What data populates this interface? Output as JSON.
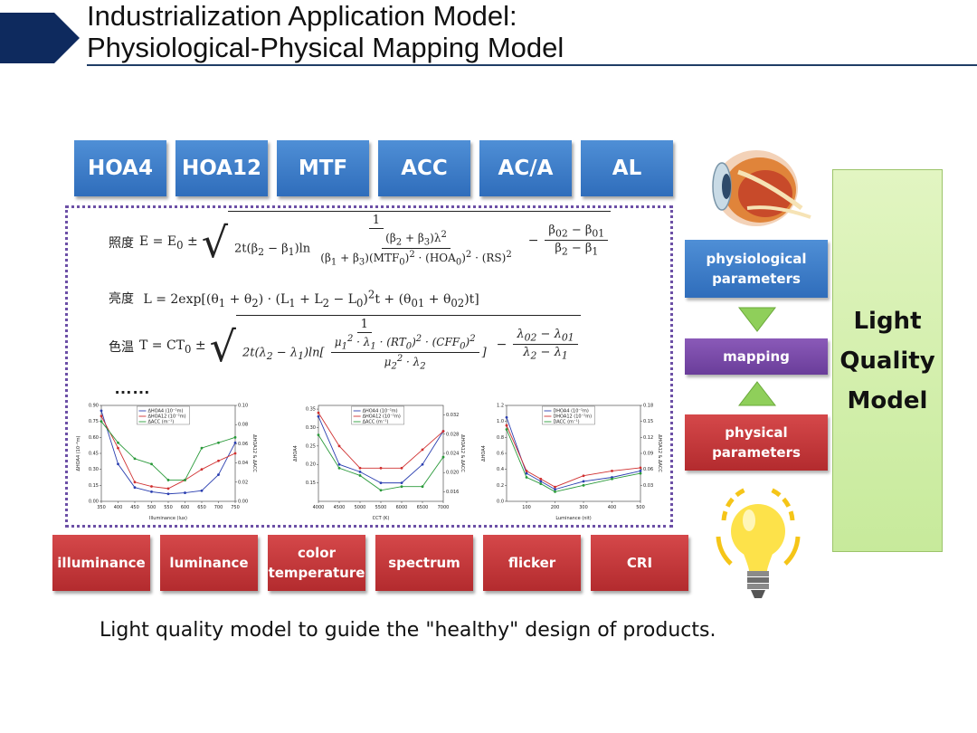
{
  "header": {
    "title_line1": "Industrialization Application Model:",
    "title_line2": "Physiological-Physical Mapping Model",
    "accent_color": "#0e2a5e"
  },
  "physiological_params": [
    "HOA4",
    "HOA12",
    "MTF",
    "ACC",
    "AC/A",
    "AL"
  ],
  "physical_params": [
    "illuminance",
    "luminance",
    "color temperature",
    "spectrum",
    "flicker",
    "CRI"
  ],
  "formulas": {
    "illuminance_label": "照度",
    "luminance_label": "亮度",
    "cct_label": "色温",
    "ellipsis": "……"
  },
  "side": {
    "physiological_label": "physiological parameters",
    "mapping_label": "mapping",
    "physical_label": "physical parameters",
    "model_line1": "Light",
    "model_line2": "Quality",
    "model_line3": "Model"
  },
  "caption": "Light quality model to guide the \"healthy\" design of products.",
  "chart_data": [
    {
      "type": "line",
      "xlabel": "Illuminance (lux)",
      "ylabel": "ΔHOA4 (10⁻²m)",
      "y2label": "ΔHOA12 & ΔACC",
      "x": [
        350,
        400,
        450,
        500,
        550,
        600,
        650,
        700,
        750
      ],
      "ylim": [
        0,
        0.9
      ],
      "y2lim": [
        0,
        0.1
      ],
      "xticks": [
        "350",
        "400",
        "450",
        "500",
        "550",
        "600",
        "650",
        "700",
        "750"
      ],
      "yticks": [
        "0.00",
        "0.15",
        "0.30",
        "0.45",
        "0.60",
        "0.75",
        "0.90"
      ],
      "y2ticks": [
        "0.00",
        "0.02",
        "0.04",
        "0.06",
        "0.08",
        "0.10"
      ],
      "series": [
        {
          "name": "ΔHOA4 (10⁻²m)",
          "color": "#2b3fb0",
          "values": [
            0.85,
            0.35,
            0.13,
            0.09,
            0.07,
            0.08,
            0.1,
            0.25,
            0.55
          ]
        },
        {
          "name": "ΔHOA12 (10⁻²m)",
          "color": "#d03030",
          "values": [
            0.8,
            0.5,
            0.18,
            0.14,
            0.12,
            0.2,
            0.3,
            0.38,
            0.45
          ]
        },
        {
          "name": "ΔACC (m⁻¹)",
          "color": "#2a9a3a",
          "values": [
            0.75,
            0.55,
            0.4,
            0.35,
            0.2,
            0.2,
            0.5,
            0.55,
            0.6
          ]
        }
      ]
    },
    {
      "type": "line",
      "xlabel": "CCT (K)",
      "ylabel": "ΔHOA4",
      "y2label": "ΔHOA12 & ΔACC",
      "x": [
        4000,
        4500,
        5000,
        5500,
        6000,
        6500,
        7000
      ],
      "ylim": [
        0.1,
        0.36
      ],
      "y2lim": [
        0.014,
        0.034
      ],
      "xticks": [
        "4000",
        "4500",
        "5000",
        "5500",
        "6000",
        "6500",
        "7000"
      ],
      "yticks": [
        "0.15",
        "0.20",
        "0.25",
        "0.30",
        "0.35"
      ],
      "y2ticks": [
        "0.016",
        "0.020",
        "0.024",
        "0.028",
        "0.032"
      ],
      "series": [
        {
          "name": "ΔHOA4 (10⁻²m)",
          "color": "#2b3fb0",
          "values": [
            0.33,
            0.2,
            0.18,
            0.15,
            0.15,
            0.2,
            0.29
          ]
        },
        {
          "name": "ΔHOA12 (10⁻²m)",
          "color": "#d03030",
          "values": [
            0.34,
            0.25,
            0.19,
            0.19,
            0.19,
            0.24,
            0.29
          ]
        },
        {
          "name": "ΔACC (m⁻¹)",
          "color": "#2a9a3a",
          "values": [
            0.28,
            0.19,
            0.17,
            0.13,
            0.14,
            0.14,
            0.22
          ]
        }
      ]
    },
    {
      "type": "line",
      "xlabel": "Luminance (nit)",
      "ylabel": "ΔHOA4",
      "y2label": "ΔHOA12 & ΔACC",
      "x": [
        30,
        100,
        150,
        200,
        300,
        400,
        500
      ],
      "ylim": [
        0,
        1.2
      ],
      "y2lim": [
        0,
        0.18
      ],
      "xticks": [
        "100",
        "200",
        "300",
        "400",
        "500"
      ],
      "yticks": [
        "0.0",
        "0.2",
        "0.4",
        "0.6",
        "0.8",
        "1.0",
        "1.2"
      ],
      "y2ticks": [
        "0.03",
        "0.06",
        "0.09",
        "0.12",
        "0.15",
        "0.18"
      ],
      "series": [
        {
          "name": "DHOA4 (10⁻²m)",
          "color": "#2b3fb0",
          "values": [
            1.05,
            0.35,
            0.25,
            0.15,
            0.25,
            0.3,
            0.38
          ]
        },
        {
          "name": "DHOA12 (10⁻²m)",
          "color": "#d03030",
          "values": [
            0.95,
            0.38,
            0.28,
            0.18,
            0.32,
            0.38,
            0.42
          ]
        },
        {
          "name": "DACC (m⁻¹)",
          "color": "#2a9a3a",
          "values": [
            0.9,
            0.3,
            0.22,
            0.12,
            0.2,
            0.28,
            0.35
          ]
        }
      ]
    }
  ]
}
